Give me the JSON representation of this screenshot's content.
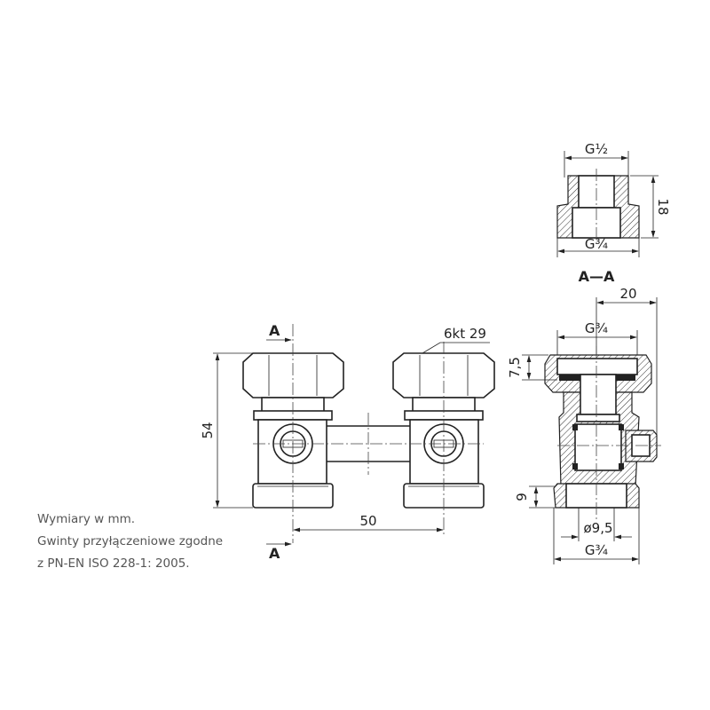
{
  "front_view": {
    "section_mark_top": "A",
    "section_mark_bottom": "A",
    "hex_label": "6kt 29",
    "height_dim": "54",
    "spacing_dim": "50"
  },
  "adapter_view": {
    "top_thread": "G½",
    "height_dim": "18",
    "bottom_thread": "G¾"
  },
  "section_view": {
    "title": "A—A",
    "offset_dim": "20",
    "top_thread": "G¾",
    "nut_height_dim": "7,5",
    "bottom_height_dim": "9",
    "bore_dim": "ø9,5",
    "bottom_thread": "G¾"
  },
  "notes": [
    "Wymiary w mm.",
    "Gwinty przyłączeniowe zgodne",
    "z PN-EN ISO 228-1: 2005."
  ]
}
